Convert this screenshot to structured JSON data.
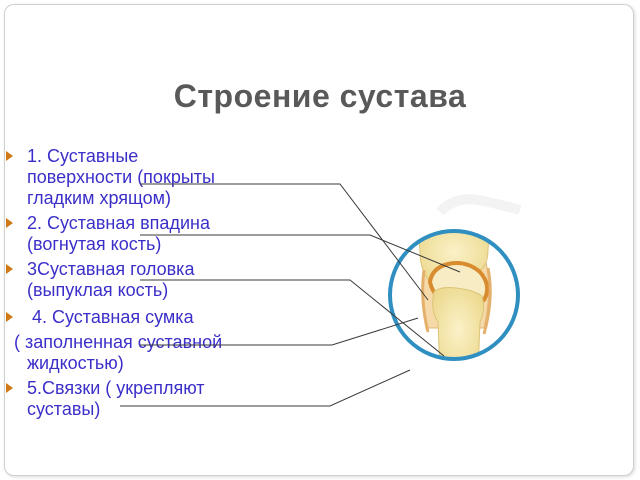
{
  "title": "Строение сустава",
  "items": [
    {
      "lines": [
        "1. Суставные",
        "поверхности  (покрыты",
        "гладким хрящом)"
      ],
      "bullet": true
    },
    {
      "lines": [
        "2. Суставная впадина",
        "(вогнутая кость)"
      ],
      "bullet": true
    },
    {
      "lines": [
        "3Суставная головка",
        "(выпуклая кость)"
      ],
      "bullet": true
    },
    {
      "lines": [
        " 4. Суставная сумка"
      ],
      "bullet": true
    },
    {
      "lines": [
        "( заполненная суставной",
        "жидкостью)"
      ],
      "bullet": false
    },
    {
      "lines": [
        "5.Связки ( укрепляют",
        "суставы)"
      ],
      "bullet": true
    }
  ],
  "colors": {
    "title": "#595959",
    "text": "#3b2fc9",
    "bullet": "#d07a17",
    "circle": "#2f8fc0",
    "bone": "#f2e4a6",
    "cartilage": "#e3a24a"
  }
}
